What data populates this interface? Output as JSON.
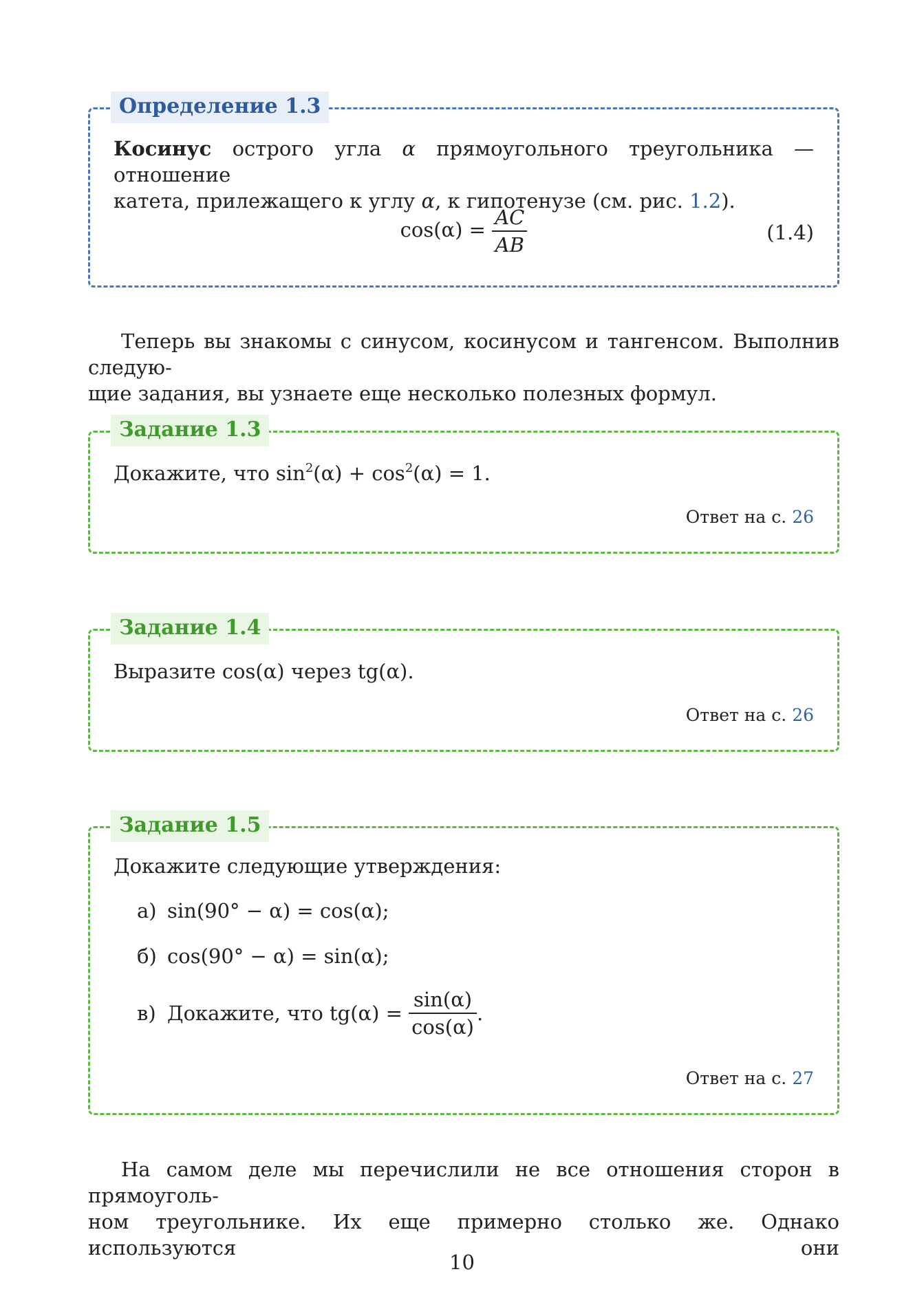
{
  "definition": {
    "title": "Определение 1.3",
    "term": "Косинус",
    "text_1": " острого угла ",
    "alpha": "α",
    "text_2": " прямоугольного треугольника — отношение",
    "line_2a": "катета, прилежащего к углу ",
    "line_2b": ", к гипотенузе (см. рис. ",
    "fig_ref": "1.2",
    "line_2c": ").",
    "formula_lhs": "cos(α) = ",
    "formula_num": "AC",
    "formula_den": "AB",
    "eq_number": "(1.4)"
  },
  "paragraph_1": {
    "line_1": "Теперь вы знакомы с синусом, косинусом и тангенсом. Выполнив следую-",
    "line_2": "щие задания, вы узнаете еще несколько полезных формул."
  },
  "task_3": {
    "title": "Задание 1.3",
    "text_a": "Докажите, что sin",
    "sup_1": "2",
    "text_b": "(α) + cos",
    "sup_2": "2",
    "text_c": "(α) = 1.",
    "answer_label": "Ответ на с. ",
    "answer_page": "26"
  },
  "task_4": {
    "title": "Задание 1.4",
    "text": "Выразите cos(α) через tg(α).",
    "answer_label": "Ответ на с. ",
    "answer_page": "26"
  },
  "task_5": {
    "title": "Задание 1.5",
    "intro": "Докажите следующие утверждения:",
    "items": [
      {
        "label": "а)",
        "text": "sin(90° − α) = cos(α);"
      },
      {
        "label": "б)",
        "text": "cos(90° − α) = sin(α);"
      },
      {
        "label": "в)",
        "text": "Докажите, что tg(α) = ",
        "num": "sin(α)",
        "den": "cos(α)",
        "tail": "."
      }
    ],
    "answer_label": "Ответ на с. ",
    "answer_page": "27"
  },
  "paragraph_2": {
    "line_1": "На самом деле мы перечислили не все отношения сторон в прямоуголь-",
    "line_2": "ном треугольнике. Их еще примерно столько же. Однако используются они"
  },
  "page_number": "10"
}
